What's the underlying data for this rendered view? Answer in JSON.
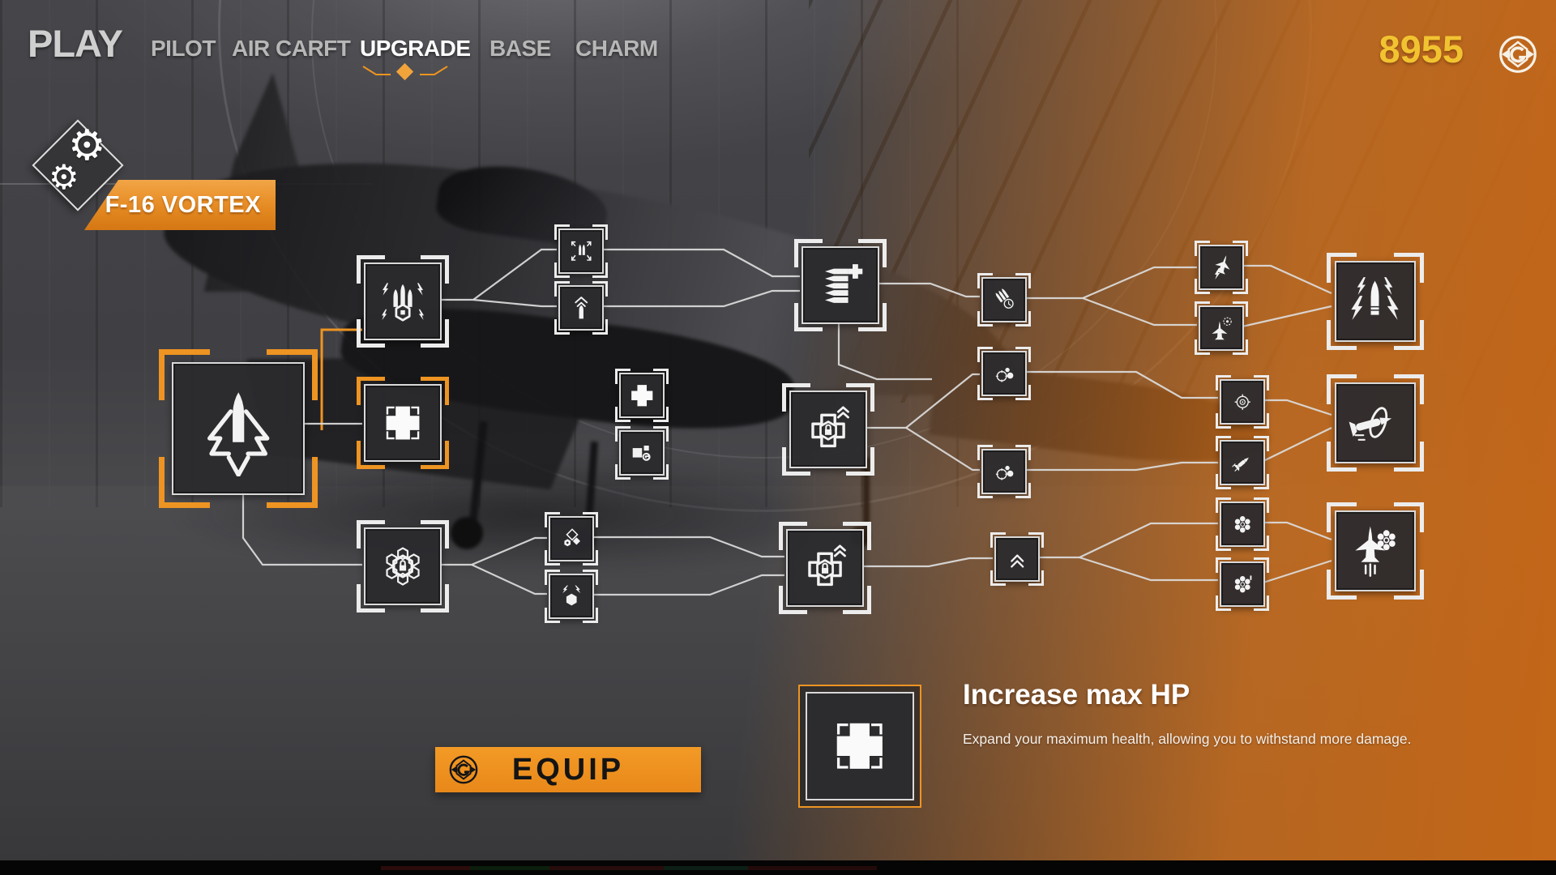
{
  "nav": {
    "play_label": "PLAY",
    "items": [
      {
        "label": "PILOT",
        "active": false
      },
      {
        "label": "AIR CARFT",
        "active": false
      },
      {
        "label": "UPGRADE",
        "active": true
      },
      {
        "label": "BASE",
        "active": false
      },
      {
        "label": "CHARM",
        "active": false
      }
    ]
  },
  "currency": {
    "amount": "8955",
    "icon": "g-coin-icon"
  },
  "aircraft": {
    "name": "F-16 VORTEX",
    "badge_icon": "gears-icon"
  },
  "upgrade_tree": {
    "selected_node": "max-hp",
    "nodes": [
      {
        "id": "root-weapon",
        "icon": "missile-arrow-icon",
        "size": "large",
        "state": "equipped"
      },
      {
        "id": "gun-damage",
        "icon": "cannon-lock-icon",
        "size": "medium",
        "state": "available"
      },
      {
        "id": "max-hp",
        "icon": "health-cross-icon",
        "size": "medium",
        "state": "selected"
      },
      {
        "id": "armor",
        "icon": "hex-armor-lock-icon",
        "size": "medium",
        "state": "available"
      },
      {
        "id": "multi-shot",
        "icon": "spread-bullets-icon",
        "size": "small",
        "state": "locked"
      },
      {
        "id": "ammo-up",
        "icon": "bullet-chevron-icon",
        "size": "small",
        "state": "locked"
      },
      {
        "id": "hp-plus",
        "icon": "cross-plus-icon",
        "size": "small",
        "state": "locked"
      },
      {
        "id": "armor-module",
        "icon": "module-squares-icon",
        "size": "small",
        "state": "locked"
      },
      {
        "id": "materials",
        "icon": "diamond-cluster-icon",
        "size": "small",
        "state": "locked"
      },
      {
        "id": "shield-charge",
        "icon": "hex-lightning-icon",
        "size": "small",
        "state": "locked"
      },
      {
        "id": "ammo-capacity",
        "icon": "bullet-stack-plus-icon",
        "size": "medium",
        "state": "locked"
      },
      {
        "id": "hp-tier2",
        "icon": "cross-hex-lock-icon",
        "size": "medium",
        "state": "locked"
      },
      {
        "id": "armor-tier2",
        "icon": "cross-hex-lock-icon",
        "size": "medium",
        "state": "locked"
      },
      {
        "id": "fire-rate",
        "icon": "bullets-clock-icon",
        "size": "small",
        "state": "locked"
      },
      {
        "id": "accuracy-1",
        "icon": "target-orbs-icon",
        "size": "small",
        "state": "locked"
      },
      {
        "id": "accuracy-2",
        "icon": "target-orbs-icon",
        "size": "small",
        "state": "locked"
      },
      {
        "id": "rank-up",
        "icon": "double-chevron-icon",
        "size": "small",
        "state": "locked"
      },
      {
        "id": "jet-speed",
        "icon": "jet-lightning-icon",
        "size": "small",
        "state": "locked"
      },
      {
        "id": "jet-targeting",
        "icon": "jet-reticle-icon",
        "size": "small",
        "state": "locked"
      },
      {
        "id": "reticle",
        "icon": "reticle-ring-icon",
        "size": "small",
        "state": "locked"
      },
      {
        "id": "missile-speed",
        "icon": "mini-missile-icon",
        "size": "small",
        "state": "locked"
      },
      {
        "id": "cluster-1",
        "icon": "orb-cluster-icon",
        "size": "small",
        "state": "locked"
      },
      {
        "id": "cluster-2",
        "icon": "orb-cluster-icon",
        "size": "small",
        "state": "locked"
      },
      {
        "id": "ultimate-gun",
        "icon": "bullet-lightning-icon",
        "size": "large",
        "state": "locked"
      },
      {
        "id": "ultimate-missile",
        "icon": "missile-ring-icon",
        "size": "large",
        "state": "locked"
      },
      {
        "id": "ultimate-jet",
        "icon": "jet-cluster-icon",
        "size": "large",
        "state": "locked"
      }
    ]
  },
  "tooltip": {
    "title": "Increase max HP",
    "description": "Expand your maximum health, allowing you to withstand more damage.",
    "icon": "health-cross-icon"
  },
  "equip_button": {
    "label": "EQUIP",
    "icon": "g-coin-icon"
  },
  "colors": {
    "accent_orange": "#ED9421",
    "currency_gold": "#F2C331",
    "node_frame": "#E4E4E4",
    "node_background": "#2C2C2F"
  }
}
